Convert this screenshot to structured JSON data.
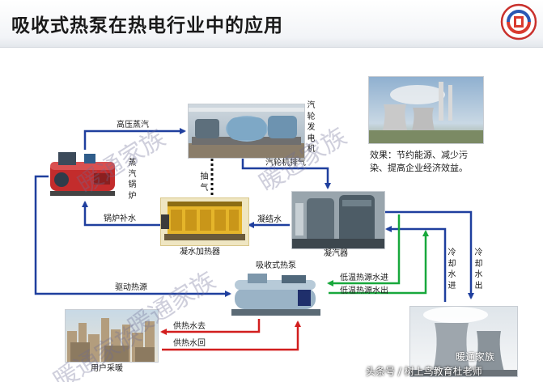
{
  "title": "吸收式热泵在热电行业中的应用",
  "colors": {
    "blue_flow": "#1f3f9e",
    "red_flow": "#d21e1e",
    "green_flow": "#18a83c"
  },
  "icons": [
    "logo-icon",
    "boiler-icon",
    "turbine-icon",
    "heater-icon",
    "condenser-icon",
    "heat-pump-icon",
    "cooling-tower-icon",
    "power-plant-icon",
    "city-icon"
  ],
  "equipment": {
    "boiler": "蒸汽锅炉",
    "turbine": "汽轮发电机",
    "heater": "凝水加热器",
    "condenser": "凝汽器",
    "heat_pump": "吸收式热泵",
    "user": "用户采暖"
  },
  "flows": {
    "hp_steam": "高压蒸汽",
    "exhaust": "汽轮机排气",
    "extraction": "抽气",
    "condensate": "凝结水",
    "feedwater": "锅炉补水",
    "drive_heat": "驱动热源",
    "low_temp_in": "低温热源水进",
    "low_temp_out": "低温热源水出",
    "cool_in": "冷却水进",
    "cool_out": "冷却水出",
    "supply": "供热水去",
    "return": "供热水回"
  },
  "effect": "效果：节约能源、减少污染、提高企业经济效益。",
  "watermark": "暖通家族",
  "footer": {
    "credit": "头条号 / 树上鸟教育杜老师",
    "brand": "暖通家族"
  }
}
